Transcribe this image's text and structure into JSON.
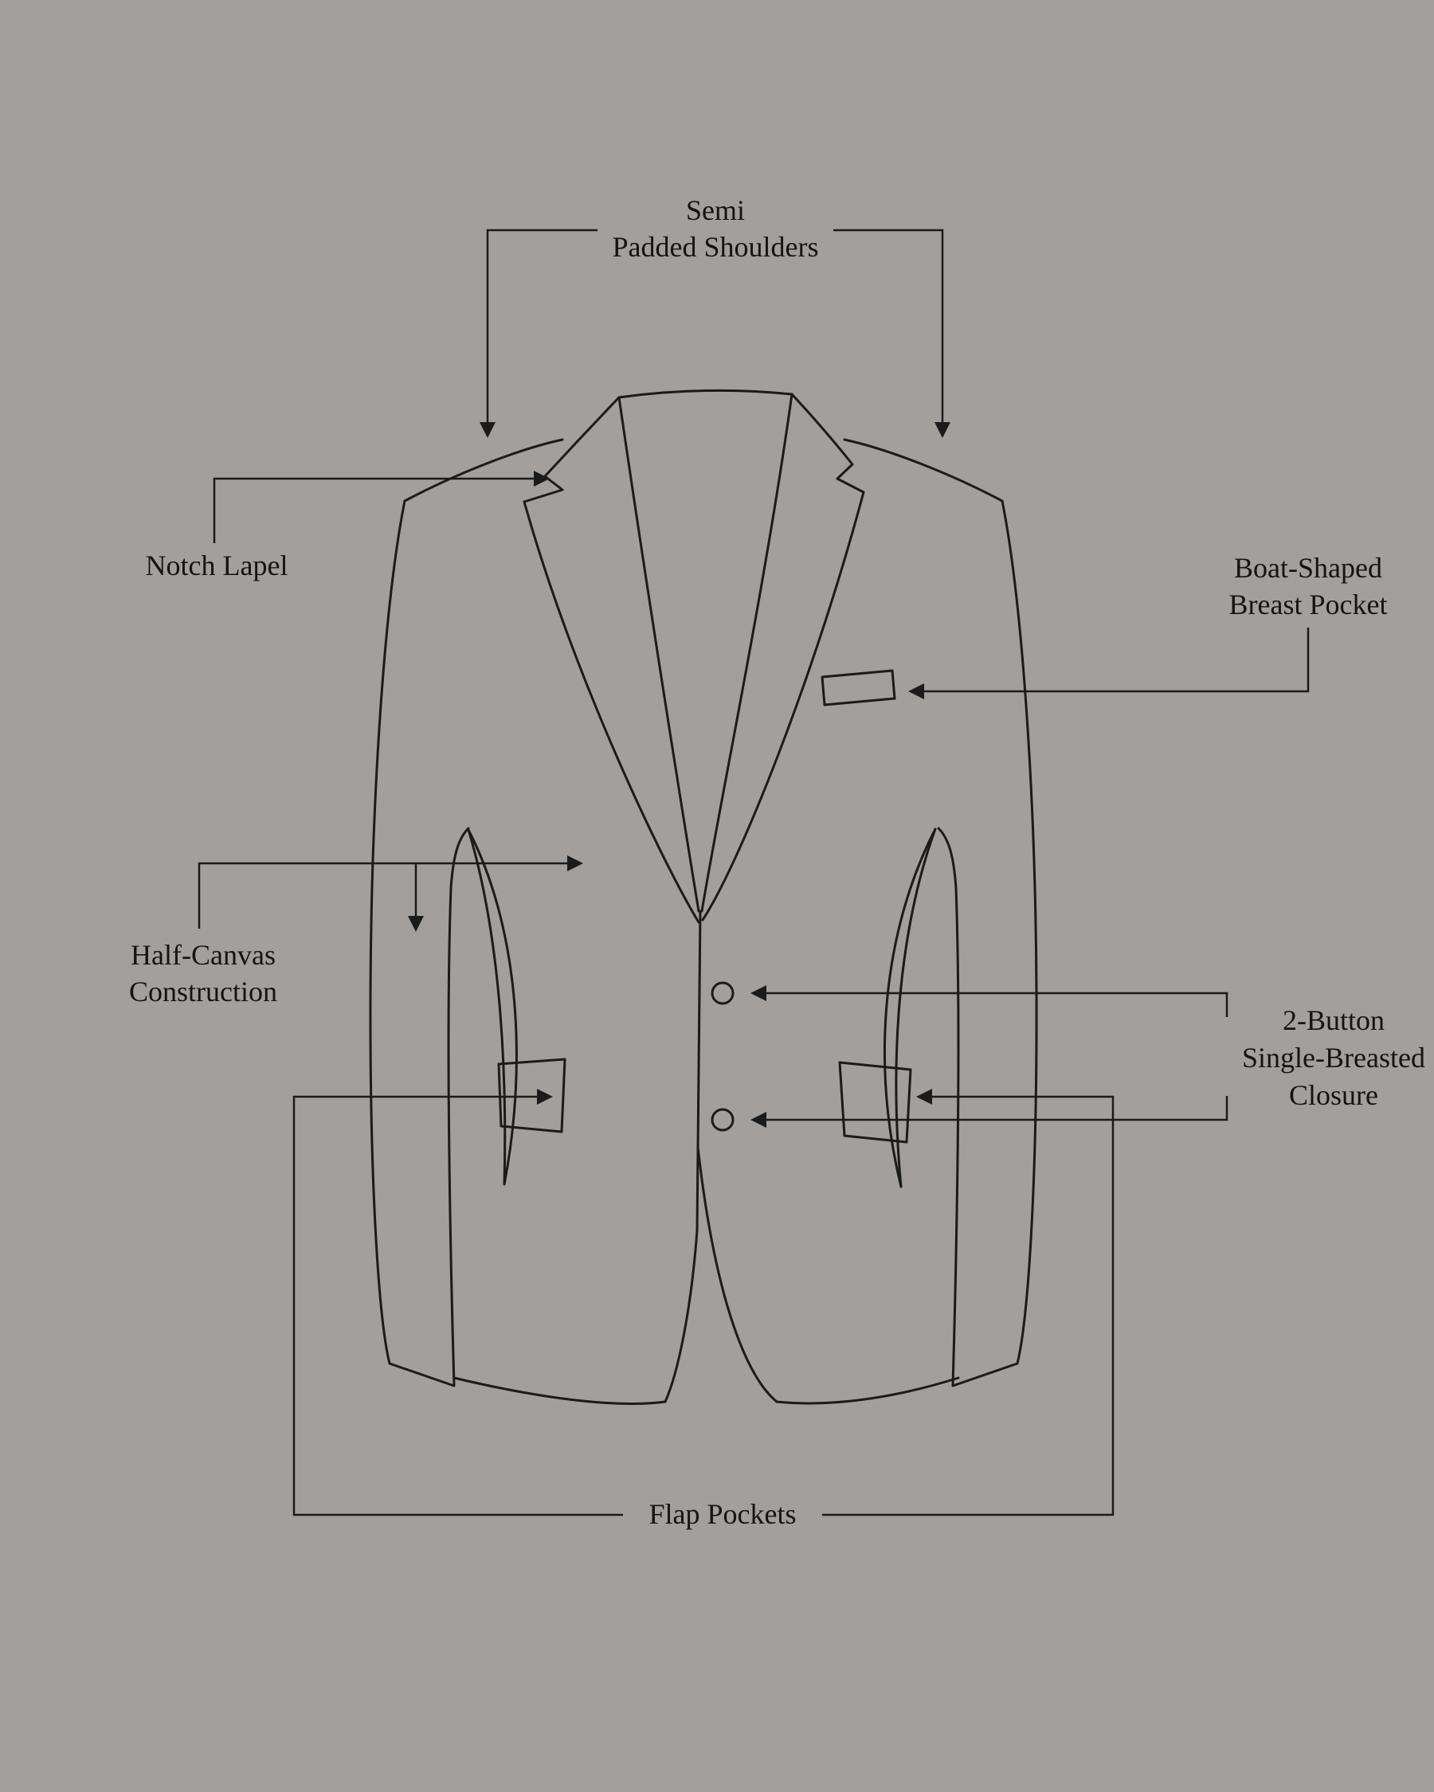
{
  "page": {
    "background": "#a29f9d",
    "line_color": "#1b1b1b",
    "text_color": "#141414"
  },
  "labels": {
    "shoulders": {
      "line1": "Semi",
      "line2": "Padded Shoulders"
    },
    "notch_lapel": {
      "line1": "Notch Lapel"
    },
    "breast_pocket": {
      "line1": "Boat-Shaped",
      "line2": "Breast Pocket"
    },
    "half_canvas": {
      "line1": "Half-Canvas",
      "line2": "Construction"
    },
    "closure": {
      "line1": "2-Button",
      "line2": "Single-Breasted",
      "line3": "Closure"
    },
    "flap_pockets": {
      "line1": "Flap Pockets"
    }
  }
}
